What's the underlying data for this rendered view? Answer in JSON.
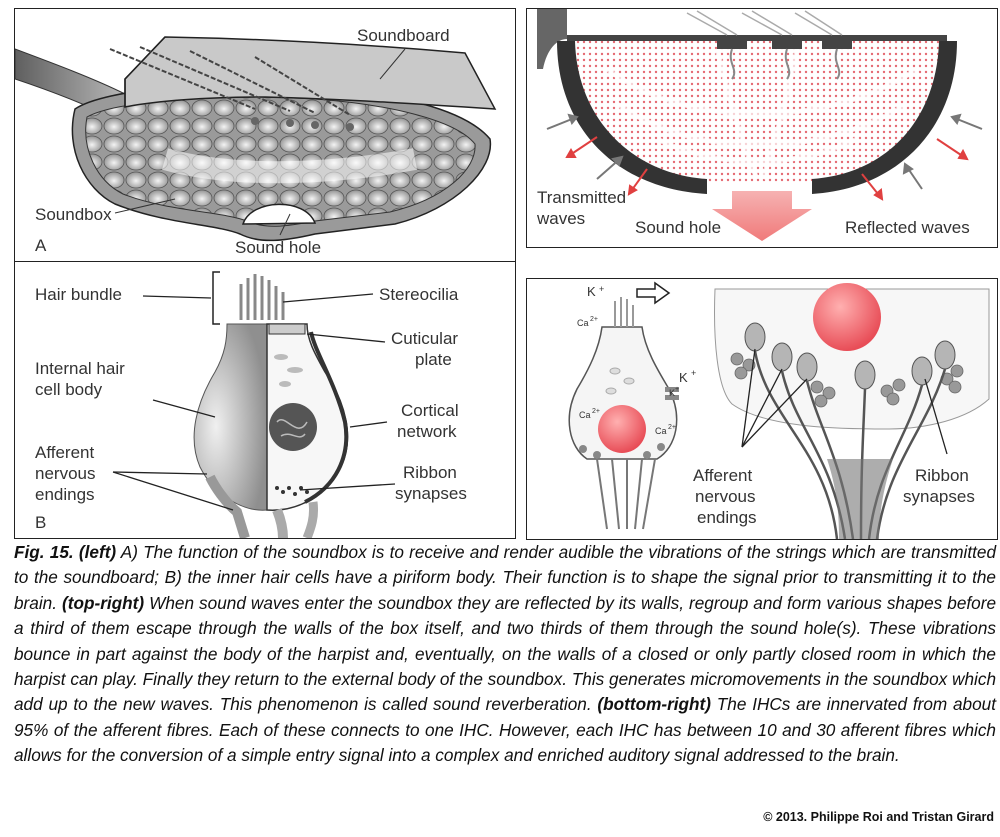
{
  "panel_a": {
    "soundboard": "Soundboard",
    "soundbox": "Soundbox",
    "sound_hole": "Sound hole",
    "letter": "A"
  },
  "panel_b": {
    "hair_bundle": "Hair bundle",
    "stereocilia": "Stereocilia",
    "cuticular_plate_1": "Cuticular",
    "cuticular_plate_2": "plate",
    "internal_1": "Internal hair",
    "internal_2": "cell body",
    "cortical_1": "Cortical",
    "cortical_2": "network",
    "afferent_1": "Afferent",
    "afferent_2": "nervous",
    "afferent_3": "endings",
    "ribbon_1": "Ribbon",
    "ribbon_2": "synapses",
    "letter": "B"
  },
  "panel_c": {
    "transmitted_1": "Transmitted",
    "transmitted_2": "waves",
    "sound_hole": "Sound hole",
    "reflected": "Reflected waves"
  },
  "panel_d": {
    "k_top": "K",
    "ca_top": "Ca",
    "k_side": "K",
    "ca_left": "Ca",
    "ca_right": "Ca",
    "afferent_1": "Afferent",
    "afferent_2": "nervous",
    "afferent_3": "endings",
    "ribbon_1": "Ribbon",
    "ribbon_2": "synapses"
  },
  "caption": {
    "fig": "Fig. 15.",
    "left_tag": "(left)",
    "left_text": " A) The function of the soundbox is to receive and render audible the vibrations of the strings which are transmitted to the soundboard; B) the inner hair cells have a piriform body. Their function is to shape the signal prior to transmitting it to the brain. ",
    "topright_tag": "(top-right)",
    "topright_text": " When sound waves enter the soundbox they are reflected by its walls, regroup and form various shapes before a third of them escape through the walls of the box itself, and two thirds of them through the sound hole(s). These vibrations bounce in part against the body of the harpist and, eventually, on the walls of a closed or only partly closed room in which the harpist can play. Finally they return to the external body of the soundbox. This generates micromovements in the soundbox which add up to the new waves. This phenomenon is called sound reverberation. ",
    "bottomright_tag": "(bottom-right)",
    "bottomright_text": " The IHCs are innervated from about 95% of the afferent fibres. Each of these connects to one IHC. However, each IHC has between 10 and 30 afferent fibres which allows for the conversion of a simple entry signal into a complex and enriched auditory signal addressed to the brain.",
    "copyright": "© 2013. Philippe Roi and Tristan Girard"
  }
}
